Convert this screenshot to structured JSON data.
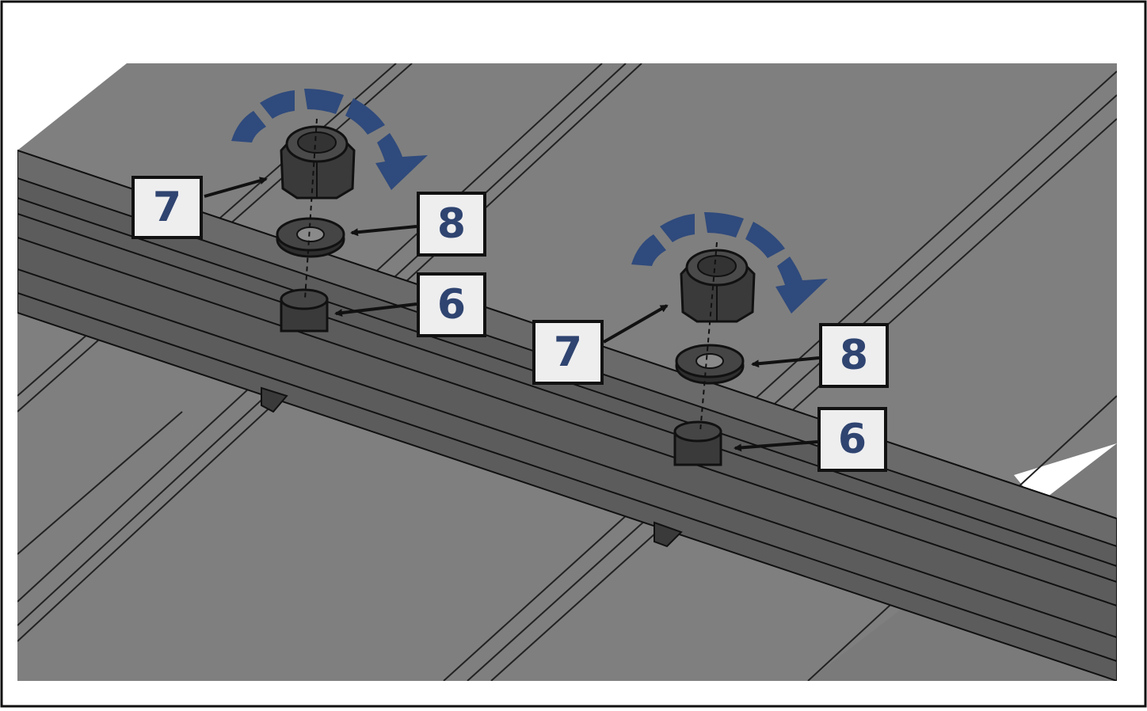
{
  "colors": {
    "background": "#ffffff",
    "frame": "#111111",
    "panel": "#7f7f7f",
    "rail": "#5c5c5c",
    "hardware": "#3a3a3a",
    "arrow": "#2f4a7c",
    "label_text": "#2f4470",
    "label_fill": "#eeeeef"
  },
  "icons": [
    "rotation-arrow-icon",
    "lock-nut-icon",
    "washer-icon",
    "stud-icon",
    "leader-arrow-icon"
  ],
  "assembly_left": {
    "nut_label": "7",
    "washer_label": "8",
    "stud_label": "6"
  },
  "assembly_right": {
    "nut_label": "7",
    "washer_label": "8",
    "stud_label": "6"
  }
}
